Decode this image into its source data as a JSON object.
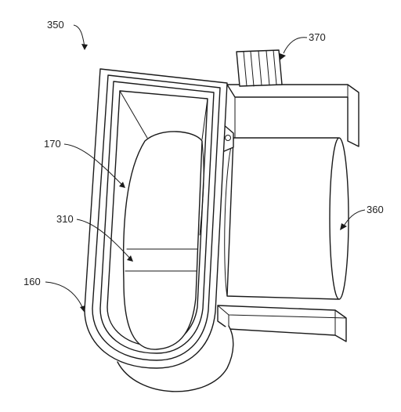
{
  "colors": {
    "ink": "#1a1a1a",
    "paper": "#ffffff"
  },
  "labels": {
    "assembly": "350",
    "cable": "370",
    "cover_inner": "170",
    "window": "310",
    "cylinder": "360",
    "housing": "160"
  }
}
